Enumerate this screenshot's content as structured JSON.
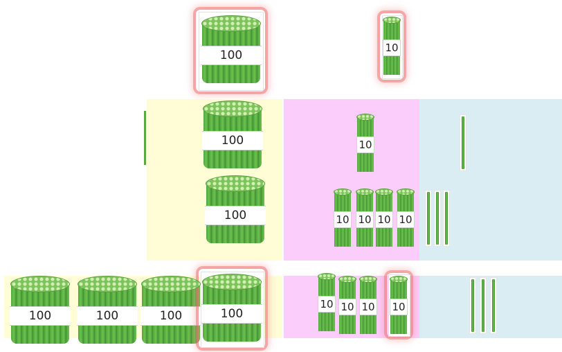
{
  "labels": {
    "hundred": "100",
    "ten": "10"
  },
  "colors": {
    "hundreds_column": "#fffdd6",
    "tens_column": "#fbcdfb",
    "ones_column": "#daedf2",
    "highlight": "#f07878"
  },
  "rows": [
    {
      "row": "top-highlighted",
      "hundreds": 1,
      "tens": 1,
      "ones": 0
    },
    {
      "row": "second",
      "hundreds": 1,
      "tens": 1,
      "ones": 1
    },
    {
      "row": "third",
      "hundreds": 1,
      "tens": 4,
      "ones": 3
    },
    {
      "row": "bottom",
      "hundreds": 4,
      "tens": 4,
      "ones": 3
    }
  ]
}
